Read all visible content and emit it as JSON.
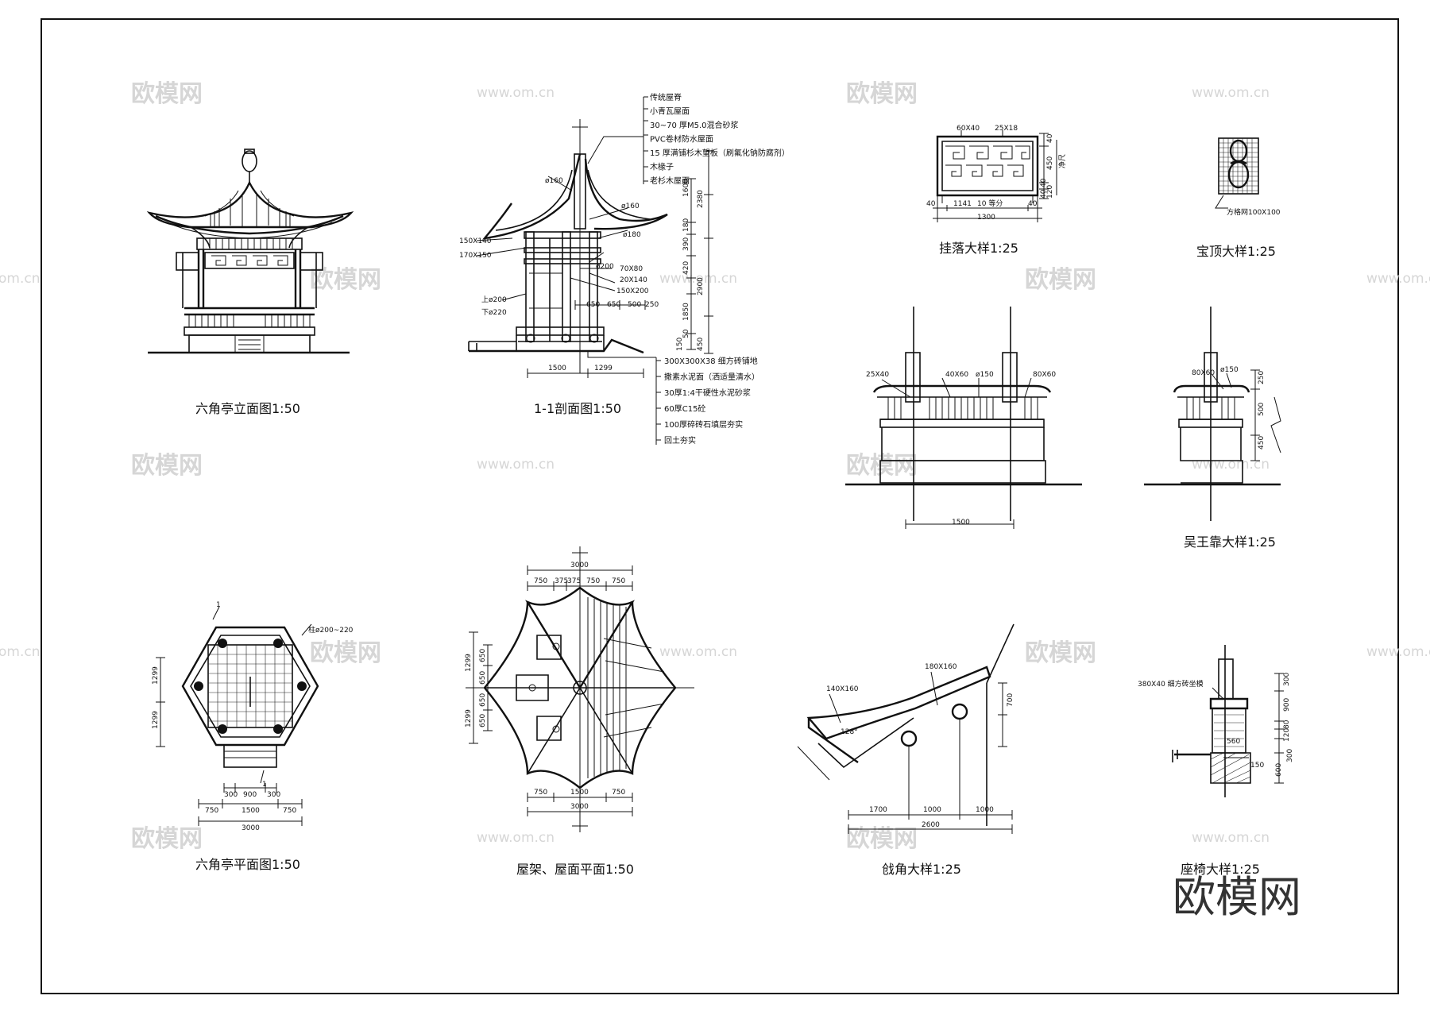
{
  "watermarks": {
    "brand_cn": "欧模网",
    "url": "www.om.cn",
    "corner_brand": "欧模网",
    "partial_left": "om.cn"
  },
  "captions": {
    "elevation": "六角亭立面图1:50",
    "section": "1-1剖面图1:50",
    "gualuo": "挂落大样1:25",
    "baoding": "宝顶大样1:25",
    "wuwangkao": "吴王靠大样1:25",
    "plan": "六角亭平面图1:50",
    "roof_plan": "屋架、屋面平面1:50",
    "qiangjiao": "戗角大样1:25",
    "bench": "座椅大样1:25"
  },
  "section_notes_top": [
    "传统屋脊",
    "小青瓦屋面",
    "30~70 厚M5.0混合砂浆",
    "PVC卷材防水屋面",
    "15 厚满铺杉木望板（刷氟化钠防腐剂）",
    "木椽子",
    "老杉木屋面"
  ],
  "section_notes_bottom": [
    "300X300X38 细方砖铺地",
    "撒素水泥面（洒适量清水）",
    "30厚1:4干硬性水泥砂浆",
    "60厚C15砼",
    "100厚碎砖石填层夯实",
    "回土夯实"
  ],
  "section_labels": {
    "d160a": "ø160",
    "d160b": "ø160",
    "d180": "ø180",
    "d200": "ø200",
    "s150x140": "150X140",
    "s170x150": "170X150",
    "s70x80": "70X80",
    "s20x140": "20X140",
    "s150x200": "150X200",
    "top_d": "上ø200",
    "bot_d": "下ø220",
    "v2380": "2380",
    "v1600": "1600",
    "v180": "180",
    "v390": "390",
    "v420": "420",
    "v2900": "2900",
    "v1850": "1850",
    "v450": "450",
    "v150": "150",
    "v50": "50",
    "h650a": "650",
    "h650b": "650",
    "h500": "500",
    "h250": "250",
    "h1500": "1500",
    "h1299": "1299"
  },
  "gualuo_labels": {
    "s60x40": "60X40",
    "s25x18": "25X18",
    "v40": "40",
    "v450": "450",
    "v40b": "40",
    "v120": "120",
    "v40c": "40",
    "rv": "净尺",
    "h40a": "40",
    "h1141": "1141",
    "h10": "10 等分",
    "h40b": "40",
    "h1300": "1300"
  },
  "baoding_labels": {
    "grid": "方格网100X100"
  },
  "wuwang_labels": {
    "s25x40": "25X40",
    "s40x60": "40X60",
    "d150a": "ø150",
    "s80x60a": "80X60",
    "h1500": "1500",
    "s80x60b": "80X60",
    "d150b": "ø150",
    "v250": "250",
    "v500": "500",
    "v450": "450"
  },
  "plan_labels": {
    "col": "柱ø200~220",
    "mark1a": "1",
    "mark1b": "1",
    "v1299a": "1299",
    "v1299b": "1299",
    "h300a": "300",
    "h900": "900",
    "h300b": "300",
    "h750a": "750",
    "h1500": "1500",
    "h750b": "750",
    "h3000": "3000"
  },
  "roof_labels": {
    "t3000": "3000",
    "t750a": "750",
    "t375a": "375",
    "t375b": "375",
    "t750b": "750",
    "t750c": "750",
    "v1299a": "1299",
    "v1299b": "1299",
    "v650a": "650",
    "v650b": "650",
    "v650c": "650",
    "v650d": "650",
    "b750a": "750",
    "b1500": "1500",
    "b750b": "750",
    "b3000": "3000"
  },
  "qiang_labels": {
    "s140x160": "140X160",
    "s180x160": "180X160",
    "a128": "128°",
    "h1700": "1700",
    "h1000a": "1000",
    "h1000b": "1000",
    "h2600": "2600",
    "v700": "700"
  },
  "bench_labels": {
    "brick": "380X40 细方砖坐模",
    "v300a": "300",
    "v900": "900",
    "v80": "80",
    "v120": "120",
    "v300b": "300",
    "v600": "600",
    "h560": "560",
    "h150": "150"
  }
}
